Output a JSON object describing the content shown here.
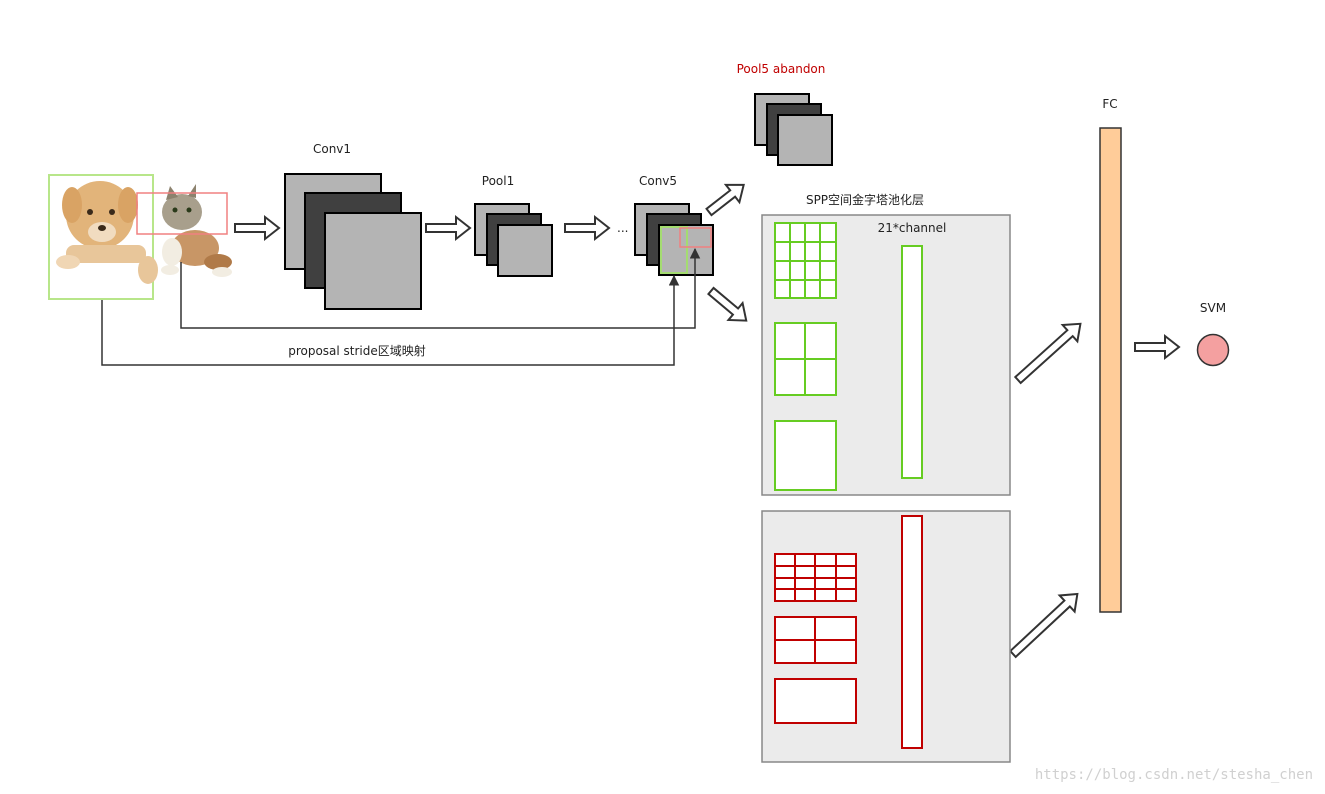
{
  "labels": {
    "conv1": "Conv1",
    "pool1": "Pool1",
    "conv5": "Conv5",
    "ellipsis": "...",
    "pool5_abandon": "Pool5 abandon",
    "spp": "SPP空间金字塔池化层",
    "channel": "21*channel",
    "fc": "FC",
    "svm": "SVM",
    "proposal": "proposal stride区域映射"
  },
  "watermark": "https://blog.csdn.net/stesha_chen",
  "colors": {
    "green": "#66cc22",
    "red": "#c00000",
    "light_gray": "#b4b4b4",
    "dark_gray": "#404040",
    "panel": "#ebebeb",
    "fc_fill": "#ffcc99",
    "svm_fill": "#f4a0a0",
    "proposal_box": "#f08080"
  }
}
